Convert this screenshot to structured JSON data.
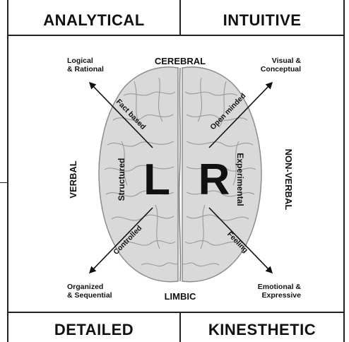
{
  "quadrant_headers": {
    "top_left": "ANALYTICAL",
    "top_right": "INTUITIVE",
    "bottom_left": "DETAILED",
    "bottom_right": "KINESTHETIC"
  },
  "axes": {
    "top": "CEREBRAL",
    "bottom": "LIMBIC",
    "left": "VERBAL",
    "right": "NON-VERBAL"
  },
  "hemispheres": {
    "left_letter": "L",
    "right_letter": "R"
  },
  "corner_labels": {
    "top_left_line1": "Logical",
    "top_left_line2": "& Rational",
    "top_right_line1": "Visual &",
    "top_right_line2": "Conceptual",
    "bottom_left_line1": "Organized",
    "bottom_left_line2": "& Sequential",
    "bottom_right_line1": "Emotional &",
    "bottom_right_line2": "Expressive"
  },
  "arrow_labels": {
    "top_left": "Fact based",
    "top_right": "Open minded",
    "bottom_left": "Controlled",
    "bottom_right": "Feeling"
  },
  "hemisphere_traits": {
    "left": "Structured",
    "right": "Experimental"
  },
  "colors": {
    "brain_fill": "#d9d9d9",
    "brain_fold": "#9a9a9a",
    "ink": "#111111"
  }
}
